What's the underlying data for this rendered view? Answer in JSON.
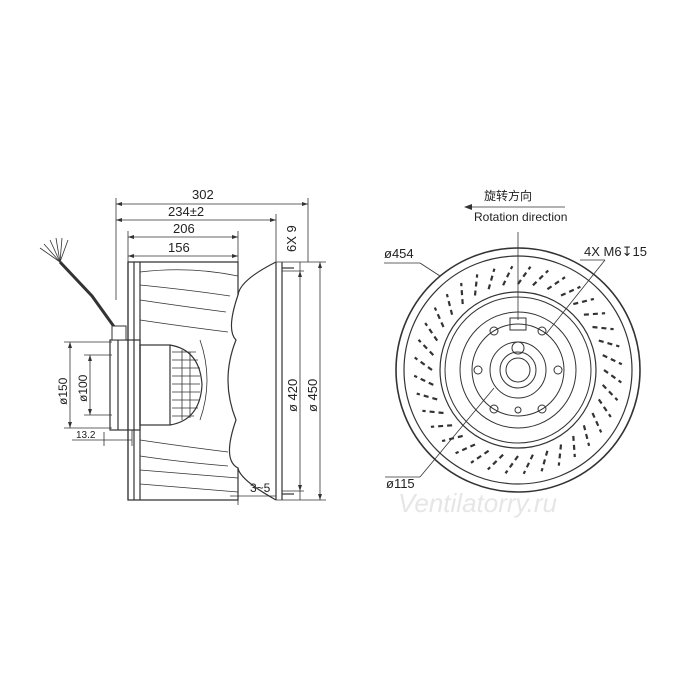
{
  "side_view": {
    "overall_depth": "302",
    "depth_tol": "234±2",
    "depth_206": "206",
    "depth_156": "156",
    "holes": "6X 9",
    "dia_420": "ø 420",
    "dia_450": "ø 450",
    "dia_150": "ø150",
    "dia_100": "ø100",
    "offset": "13.2",
    "gap": "3~5"
  },
  "front_view": {
    "rotation_cn": "旋转方向",
    "rotation_en": "Rotation direction",
    "dia_454": "ø454",
    "mount": "4X M6↧15",
    "dia_115": "ø115"
  },
  "watermark": "Ventilatorry.ru"
}
